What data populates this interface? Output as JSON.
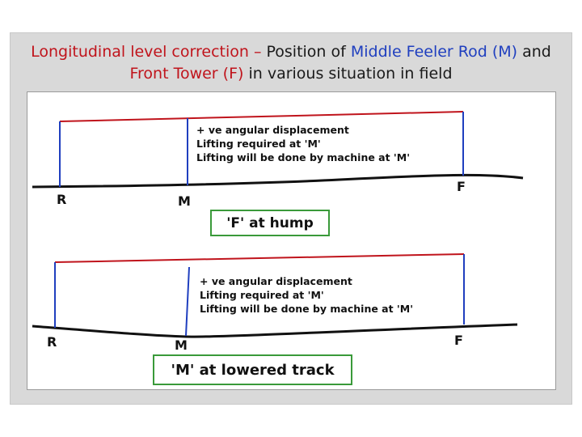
{
  "title": {
    "part1": "Longitudinal level correction – ",
    "part2": "Position of ",
    "part3": "Middle Feeler Rod (M)",
    "part4": " and ",
    "part5": "Front Tower (F)",
    "part6": " in various situation in field"
  },
  "colors": {
    "red": "#c0141c",
    "blue": "#1f3fbf",
    "green": "#3a9a3a",
    "rail": "#111111"
  },
  "diagram1": {
    "notes": [
      "+ ve angular displacement",
      "Lifting required at 'M'",
      "Lifting will be done by machine at 'M'"
    ],
    "labels": {
      "r": "R",
      "m": "M",
      "f": "F"
    },
    "caption": "'F' at hump"
  },
  "diagram2": {
    "notes": [
      "+ ve angular displacement",
      "Lifting required at 'M'",
      "Lifting will be done by machine at 'M'"
    ],
    "labels": {
      "r": "R",
      "m": "M",
      "f": "F"
    },
    "caption": "'M' at lowered track"
  }
}
